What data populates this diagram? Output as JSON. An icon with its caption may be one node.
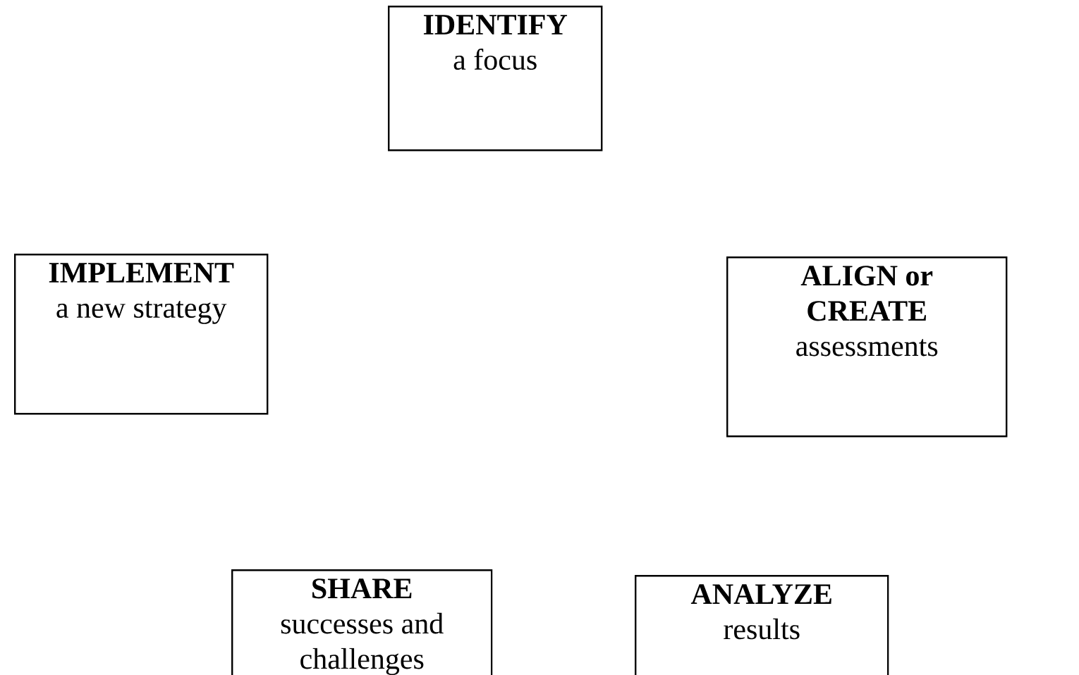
{
  "diagram": {
    "nodes": [
      {
        "text": [
          "IDENTIFY",
          "a focus"
        ]
      },
      {
        "text": [
          "IMPLEMENT",
          "a new strategy"
        ]
      },
      {
        "text": [
          "ALIGN or CREATE",
          "assessments"
        ]
      },
      {
        "text": [
          "SHARE",
          "successes and challenges"
        ]
      },
      {
        "text": [
          "ANALYZE",
          "results"
        ]
      }
    ]
  }
}
